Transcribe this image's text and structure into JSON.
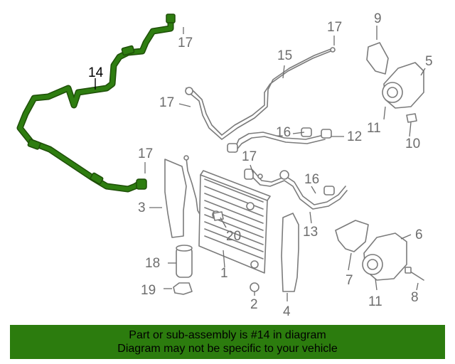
{
  "banner": {
    "line1": "Part or sub-assembly is #14 in diagram",
    "line2": "Diagram may not be specific to your vehicle"
  },
  "highlight_color": "#2e7d10",
  "callouts": {
    "c1": "1",
    "c2": "2",
    "c3": "3",
    "c4": "4",
    "c5": "5",
    "c6": "6",
    "c7": "7",
    "c8": "8",
    "c9": "9",
    "c10": "10",
    "c11a": "11",
    "c11b": "11",
    "c12": "12",
    "c13": "13",
    "c14": "14",
    "c15": "15",
    "c16a": "16",
    "c16b": "16",
    "c17a": "17",
    "c17b": "17",
    "c17c": "17",
    "c17d": "17",
    "c17e": "17",
    "c18": "18",
    "c19": "19",
    "c20": "20"
  }
}
